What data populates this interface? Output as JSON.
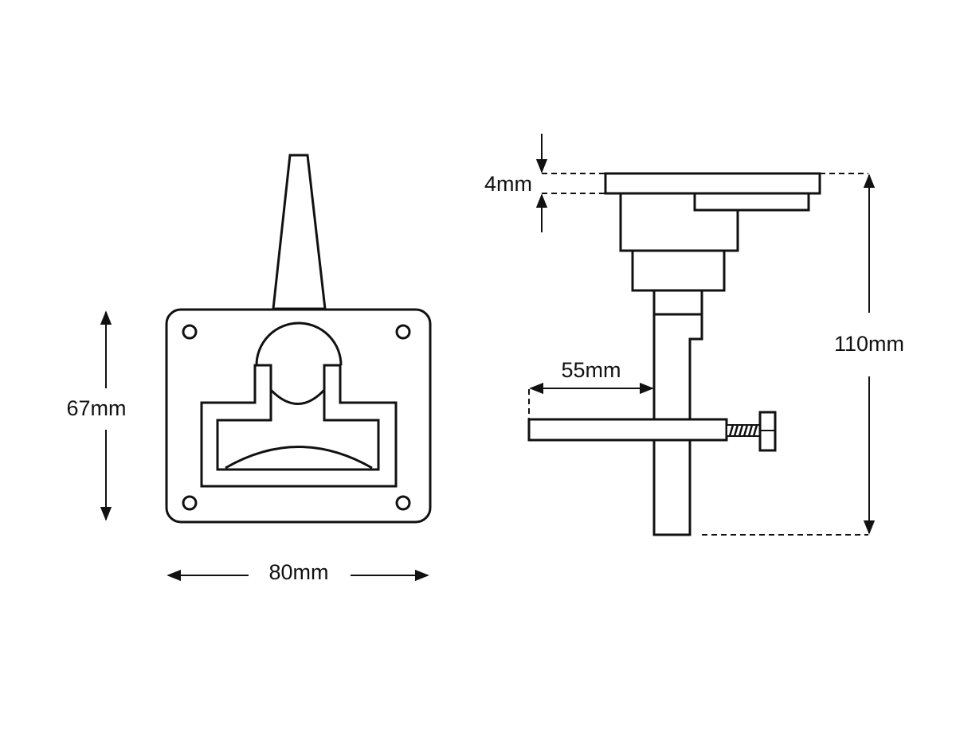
{
  "labels": {
    "height_front": "67mm",
    "width_front": "80mm",
    "plate_thickness": "4mm",
    "depth_side": "110mm",
    "bar_reach": "55mm"
  },
  "colors": {
    "line": "#111111",
    "background": "#ffffff"
  }
}
